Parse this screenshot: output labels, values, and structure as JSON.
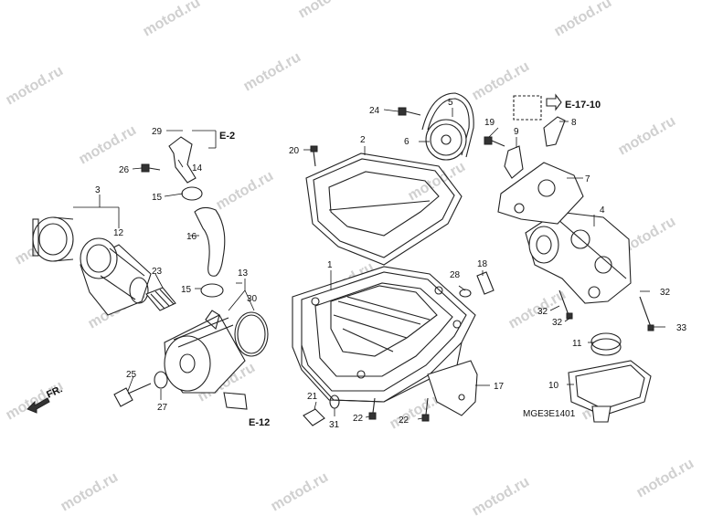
{
  "watermark": "motod.ru",
  "diagram_code": "MGE3E1401",
  "front_label": "FR.",
  "references": {
    "e2": "E-2",
    "e12": "E-12",
    "e1710": "E-17-10"
  },
  "callouts": {
    "c1": "1",
    "c2": "2",
    "c3": "3",
    "c4": "4",
    "c5": "5",
    "c6": "6",
    "c7": "7",
    "c8": "8",
    "c9": "9",
    "c10": "10",
    "c11": "11",
    "c12": "12",
    "c13": "13",
    "c14": "14",
    "c15a": "15",
    "c15b": "15",
    "c16": "16",
    "c17": "17",
    "c18": "18",
    "c19": "19",
    "c20": "20",
    "c21": "21",
    "c22a": "22",
    "c22b": "22",
    "c23": "23",
    "c24": "24",
    "c25": "25",
    "c26": "26",
    "c27": "27",
    "c28": "28",
    "c29": "29",
    "c30": "30",
    "c31": "31",
    "c32a": "32",
    "c32b": "32",
    "c32c": "32",
    "c33": "33"
  },
  "colors": {
    "line": "#222222",
    "watermark": "#d0d0d0",
    "background": "#ffffff"
  }
}
